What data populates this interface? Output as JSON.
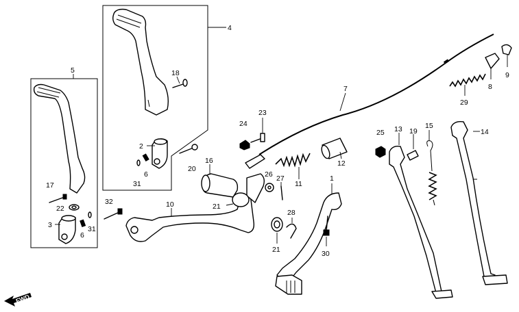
{
  "callouts": {
    "c1": "1",
    "c2": "2",
    "c3": "3",
    "c4": "4",
    "c5": "5",
    "c6a": "6",
    "c6b": "6",
    "c7": "7",
    "c8": "8",
    "c9": "9",
    "c10": "10",
    "c11": "11",
    "c12": "12",
    "c13": "13",
    "c14": "14",
    "c15": "15",
    "c16": "16",
    "c17": "17",
    "c18": "18",
    "c19": "19",
    "c20": "20",
    "c21a": "21",
    "c21b": "21",
    "c22": "22",
    "c23": "23",
    "c24": "24",
    "c25": "25",
    "c26": "26",
    "c27": "27",
    "c28": "28",
    "c29": "29",
    "c30": "30",
    "c31a": "31",
    "c31b": "31",
    "c32": "32"
  },
  "direction_label": "FWD"
}
